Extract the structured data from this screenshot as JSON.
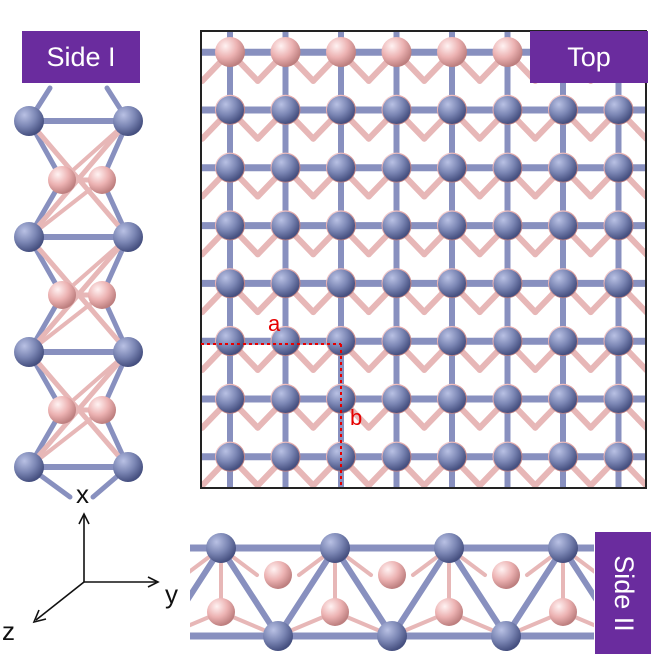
{
  "labels": {
    "side_one": "Side I",
    "top": "Top",
    "side_two": "Side II"
  },
  "lattice": {
    "vector_a": "a",
    "vector_b": "b"
  },
  "axes": {
    "x": "x",
    "y": "y",
    "z": "z"
  },
  "colors": {
    "metal_atom": "#7b86b4",
    "light_atom": "#ecb2b2",
    "metal_bond": "#8890bf",
    "light_bond": "#e7b7b7",
    "label_background": "#6a2c9e",
    "annotation": "#e60000"
  }
}
